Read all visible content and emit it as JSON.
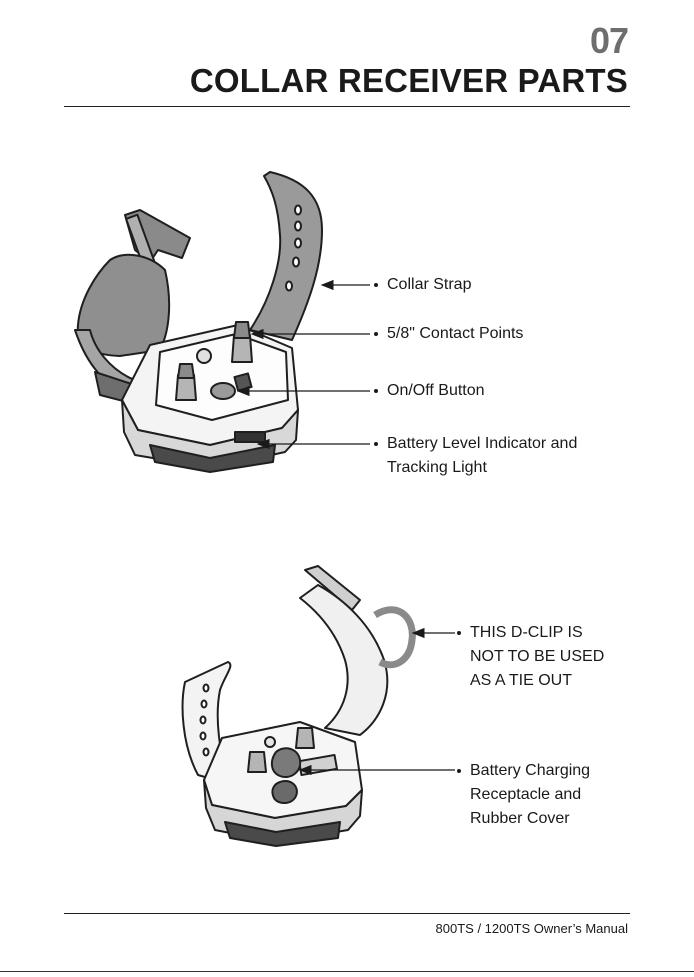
{
  "header": {
    "page_number": "07",
    "title": "COLLAR RECEIVER PARTS"
  },
  "top_figure": {
    "callouts": [
      {
        "lines": [
          "Collar Strap"
        ]
      },
      {
        "lines": [
          "5/8\" Contact Points"
        ]
      },
      {
        "lines": [
          "On/Off Button"
        ]
      },
      {
        "lines": [
          "Battery Level Indicator and",
          "Tracking Light"
        ]
      }
    ]
  },
  "bottom_figure": {
    "callouts": [
      {
        "lines": [
          "THIS D-CLIP IS",
          "NOT TO BE USED",
          "AS A TIE OUT"
        ]
      },
      {
        "lines": [
          "Battery Charging",
          "Receptacle and",
          "Rubber Cover"
        ]
      }
    ]
  },
  "footer": {
    "manual": "800TS / 1200TS Owner’s Manual"
  }
}
